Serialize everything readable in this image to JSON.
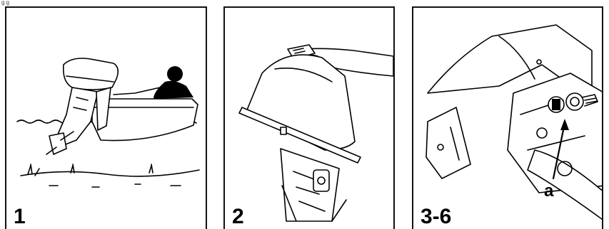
{
  "page_code": "g g",
  "panels": [
    {
      "step": "1"
    },
    {
      "step": "2"
    },
    {
      "step": "3-6",
      "callout": "a"
    }
  ]
}
